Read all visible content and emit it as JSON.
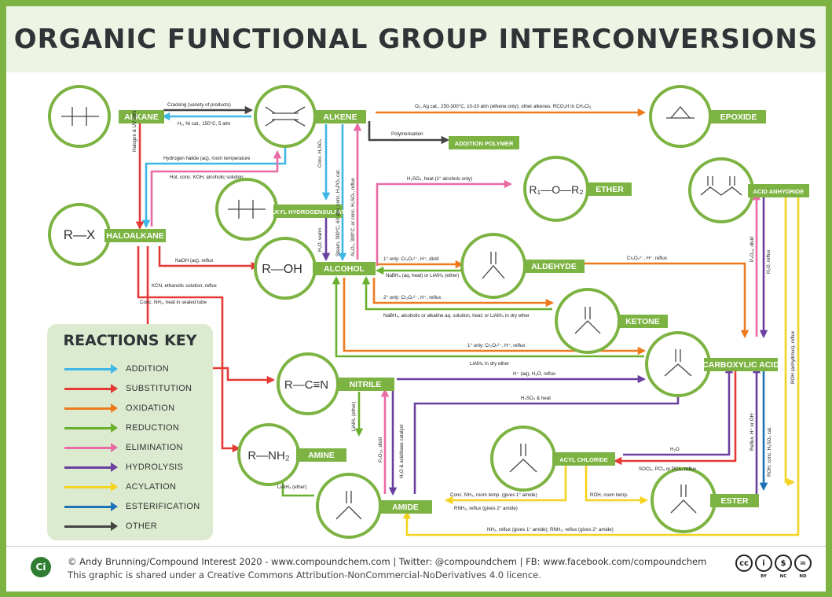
{
  "title": "ORGANIC FUNCTIONAL GROUP INTERCONVERSIONS",
  "colors": {
    "frame": "#7cb342",
    "node": "#7cb342",
    "addition": "#3fb7e6",
    "substitution": "#e53935",
    "oxidation": "#ee7a1e",
    "reduction": "#6ab02f",
    "elimination": "#e96aa5",
    "hydrolysis": "#6b3fa0",
    "acylation": "#f4d21f",
    "esterification": "#1d73b5",
    "other": "#444444"
  },
  "nodes": {
    "alkane": "ALKANE",
    "alkene": "ALKENE",
    "epoxide": "EPOXIDE",
    "addition_polymer": "ADDITION POLYMER",
    "alkyl_hydrogensulfate": "ALKYL HYDROGENSULFATE",
    "haloalkane": "HALOALKANE",
    "alcohol": "ALCOHOL",
    "ether": "ETHER",
    "aldehyde": "ALDEHYDE",
    "ketone": "KETONE",
    "acid_anhydride": "ACID ANHYDRIDE",
    "carboxylic_acid": "CARBOXYLIC ACID",
    "nitrile": "NITRILE",
    "amine": "AMINE",
    "acyl_chloride": "ACYL CHLORIDE",
    "amide": "AMIDE",
    "ester": "ESTER"
  },
  "structures": {
    "haloalkane": "R—X",
    "alcohol": "R—OH",
    "nitrile": "R—C≡N",
    "amine": "R—NH₂",
    "ether": "R₁—O—R₂"
  },
  "conditions": {
    "cracking": "Cracking (variety of products)",
    "hydrogenation": "H₂, Ni cat., 150°C, 5 atm",
    "epoxidation": "O₂, Ag cat., 250-300°C, 10-20 atm (ethene only); other alkenes: RCO₃H in CH₂Cl₂",
    "polymerisation": "Polymerisation",
    "hydrogen_halide": "Hydrogen halide (aq), room temperature",
    "hot_koh": "Hot, conc. KOH, alcoholic solution",
    "halogen_uv": "Halogen & UV light",
    "conc_h2so4": "Conc. H₂SO₄",
    "h2o_warm": "H₂O, warm",
    "steam": "Steam, 300°C, 60 atm, conc. H₃PO₄ cat.",
    "dehydration": "Al₂O₃, 300°C, or conc. H₂SO₄, reflux",
    "ether_form": "H₂SO₄, heat (1° alcohols only)",
    "naoh": "NaOH (aq), reflux",
    "ox_aldehyde": "1° only: Cr₂O₇²⁻, H⁺, distil",
    "red_aldehyde": "NaBH₄ (aq, heat) or LiAlH₄ (ether)",
    "ox_ketone": "2° only: Cr₂O₇²⁻, H⁺, reflux",
    "red_ketone": "NaBH₄, alcoholic or alkaline aq. solution, heat; or LiAlH₄ in dry ether",
    "ald_to_acid": "Cr₂O₇²⁻, H⁺, reflux",
    "kcn": "KCN, ethanolic solution, reflux",
    "conc_nh3": "Conc. NH₃, heat in sealed tube",
    "ox_acid": "1° only: Cr₂O₇²⁻, H⁺, reflux",
    "red_acid": "LiAlH₄ in dry ether",
    "nitrile_hydrolysis": "H⁺ (aq), H₂O, reflux",
    "nitrile_red": "LiAlH₄ (ether)",
    "amide_hydrolysis": "H₂SO₄ & heat",
    "amide_dehyd": "P₄O₁₀, distil",
    "amide_to_nitrile": "H₂O & acid/base catalyst",
    "amide_red": "LiAlH₄ (ether)",
    "acyl_h2o": "H₂O",
    "acyl_form": "SOCl₂, PCl₃ or PCl₅, reflux",
    "nh3_amide": "Conc. NH₃, room temp. (gives 1° amide)",
    "rnh2_amide": "RNH₂, reflux (gives 2° amide)",
    "roh_rt": "ROH, room temp.",
    "anhyd_amide": "NH₃, reflux (gives 1° amide); RNH₂, reflux (gives 2° amide)",
    "p4o10_distil": "P₄O₁₀, distil",
    "h2o_reflux": "H₂O, reflux",
    "roh_anhyd": "ROH (anhydrous), reflux",
    "ester_hyd": "Reflux, H⁺ or OH⁻",
    "esterification": "ROH, conc. H₂SO₄ cat."
  },
  "key": {
    "title": "REACTIONS KEY",
    "items": [
      {
        "label": "ADDITION",
        "color": "#3fb7e6"
      },
      {
        "label": "SUBSTITUTION",
        "color": "#e53935"
      },
      {
        "label": "OXIDATION",
        "color": "#ee7a1e"
      },
      {
        "label": "REDUCTION",
        "color": "#6ab02f"
      },
      {
        "label": "ELIMINATION",
        "color": "#e96aa5"
      },
      {
        "label": "HYDROLYSIS",
        "color": "#6b3fa0"
      },
      {
        "label": "ACYLATION",
        "color": "#f4d21f"
      },
      {
        "label": "ESTERIFICATION",
        "color": "#1d73b5"
      },
      {
        "label": "OTHER",
        "color": "#444444"
      }
    ]
  },
  "footer": {
    "logo": "Ci",
    "credit": "© Andy Brunning/Compound Interest 2020 - www.compoundchem.com | Twitter: @compoundchem | FB: www.facebook.com/compoundchem",
    "licence": "This graphic is shared under a Creative Commons Attribution-NonCommercial-NoDerivatives 4.0 licence.",
    "cc_labels": [
      "BY",
      "NC",
      "ND"
    ]
  }
}
